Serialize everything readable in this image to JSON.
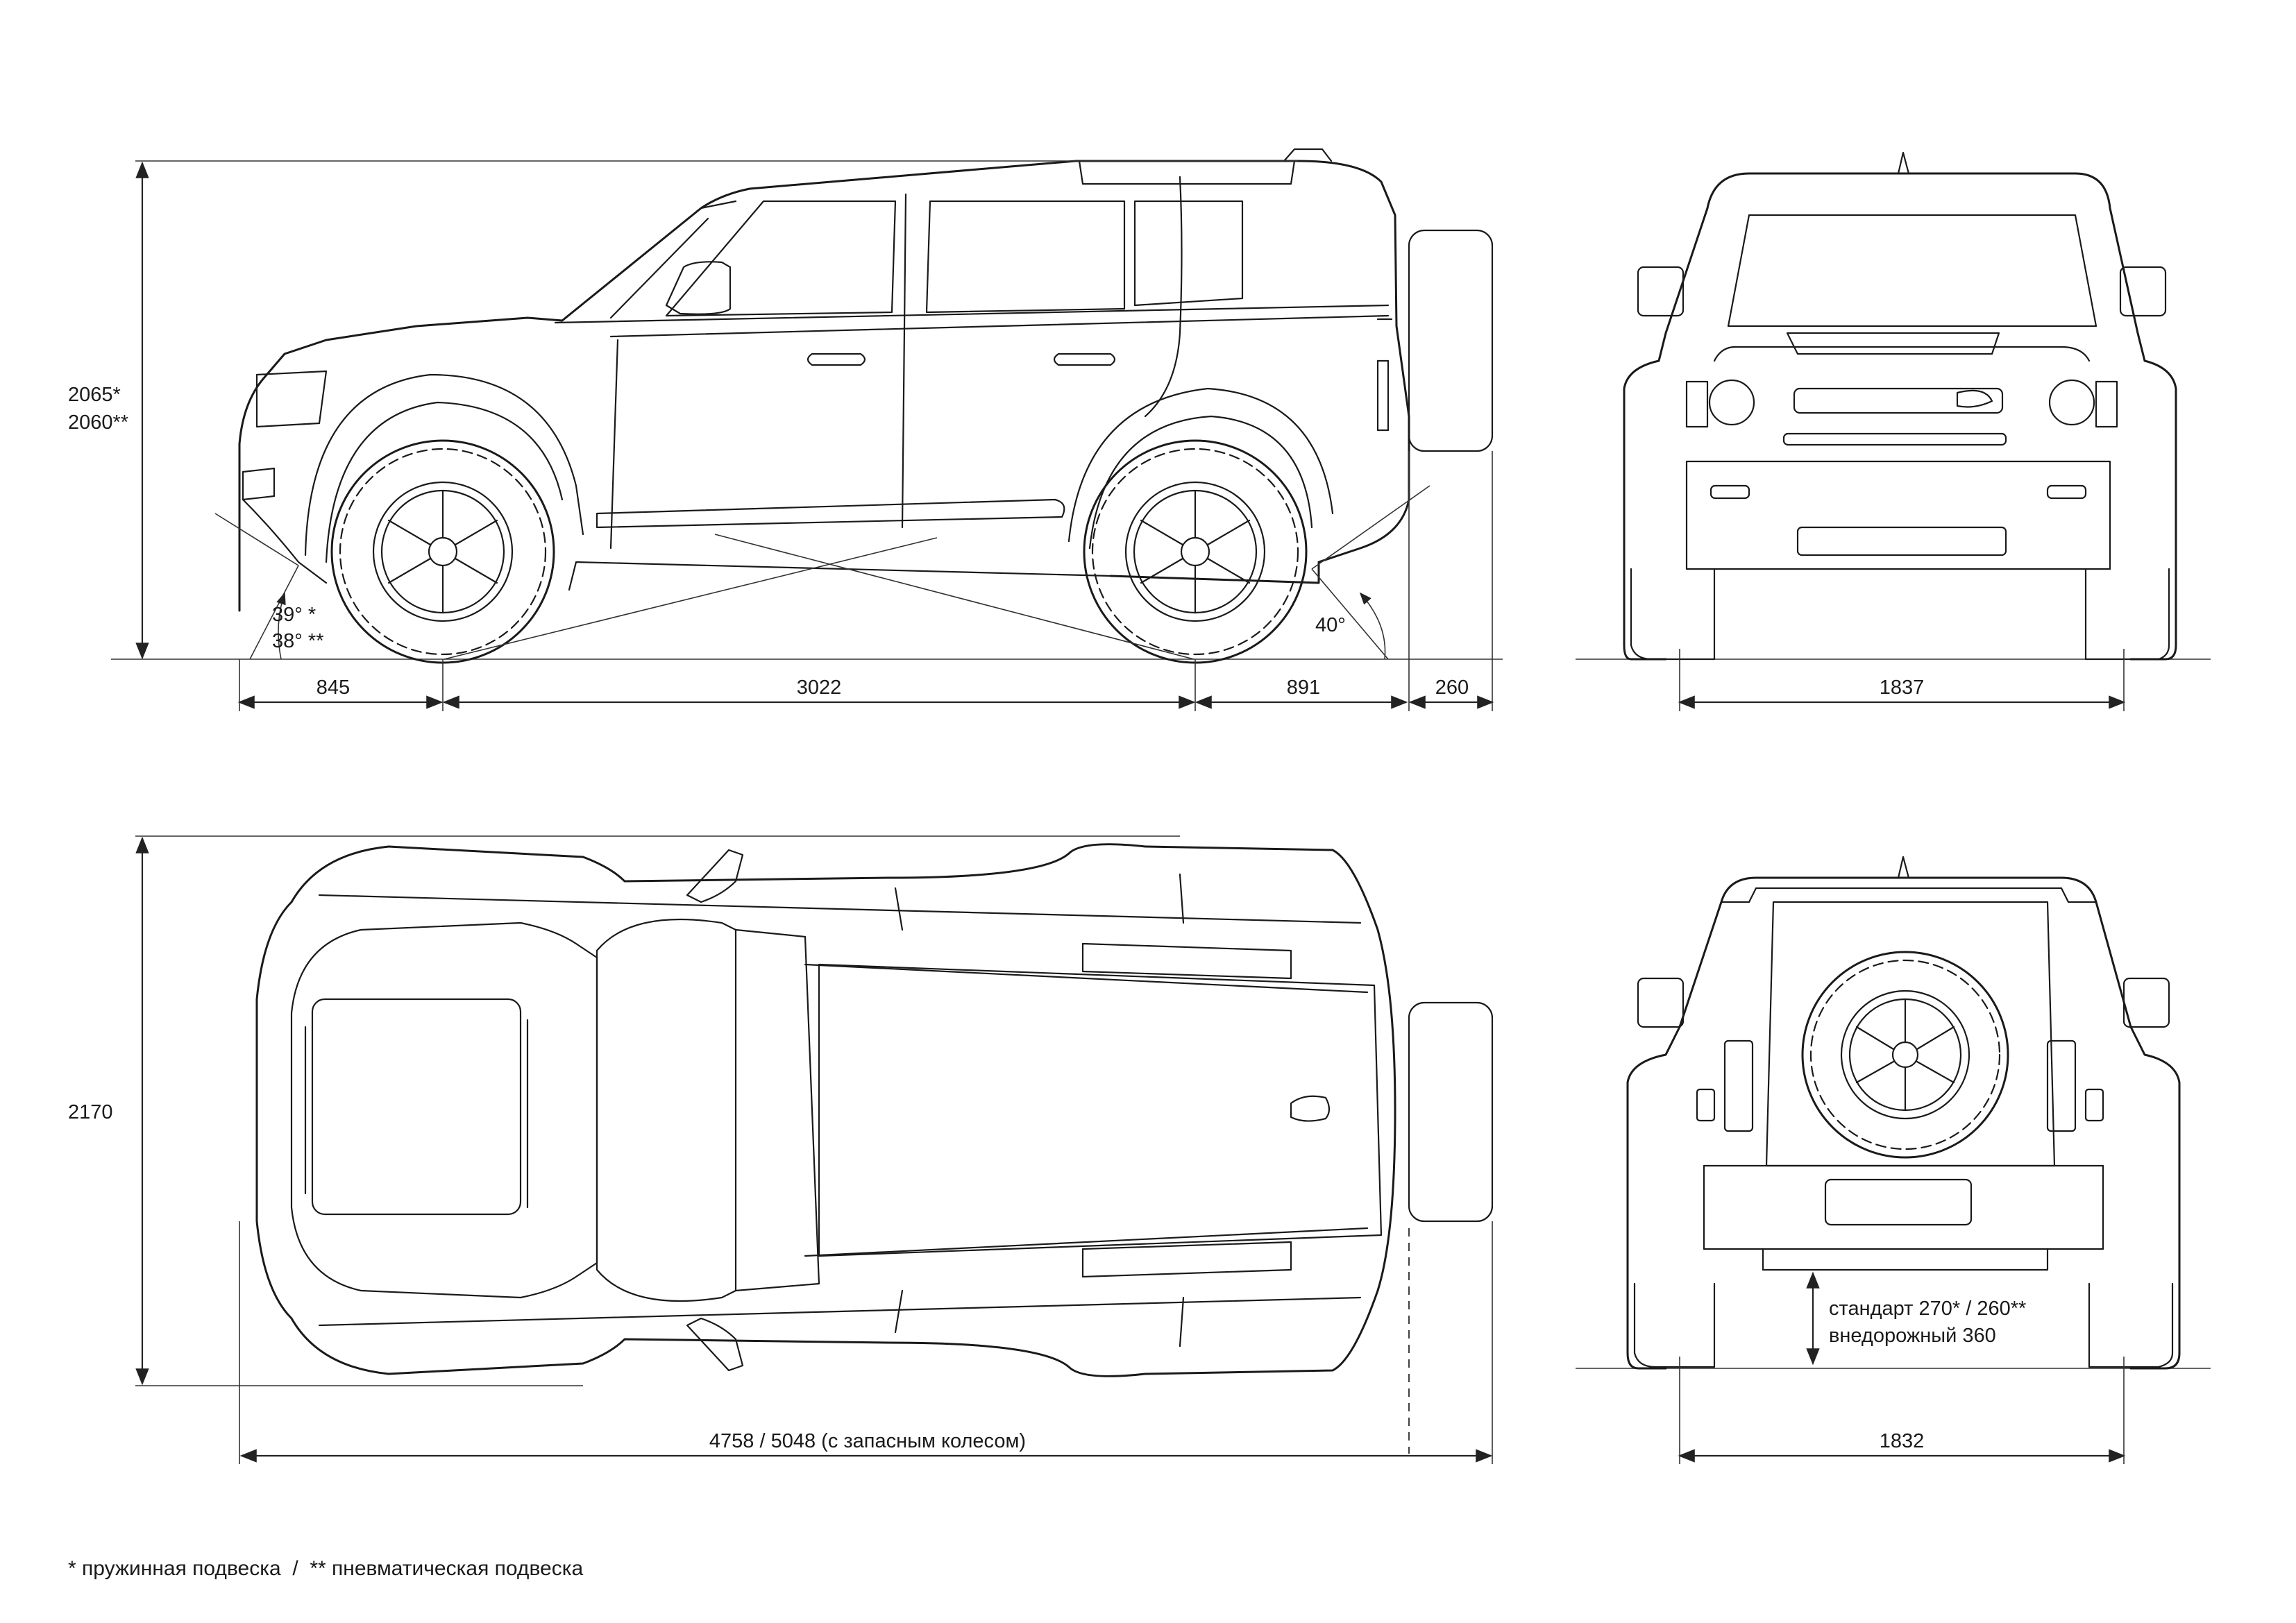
{
  "dimensions": {
    "height_spring": "2065*",
    "height_air": "2060**",
    "front_overhang": "845",
    "wheelbase": "3022",
    "rear_overhang": "891",
    "spare_wheel": "260",
    "track_front": "1837",
    "width": "2170",
    "length": "4758 / 5048 (с запасным колесом)",
    "track_rear": "1832"
  },
  "angles": {
    "approach_spring": "39° *",
    "approach_air": "38° **",
    "departure": "40°"
  },
  "clearance": {
    "standard": "стандарт 270* / 260**",
    "offroad": "внедорожный 360"
  },
  "footnote": "* пружинная подвеска  /  ** пневматическая подвеска"
}
